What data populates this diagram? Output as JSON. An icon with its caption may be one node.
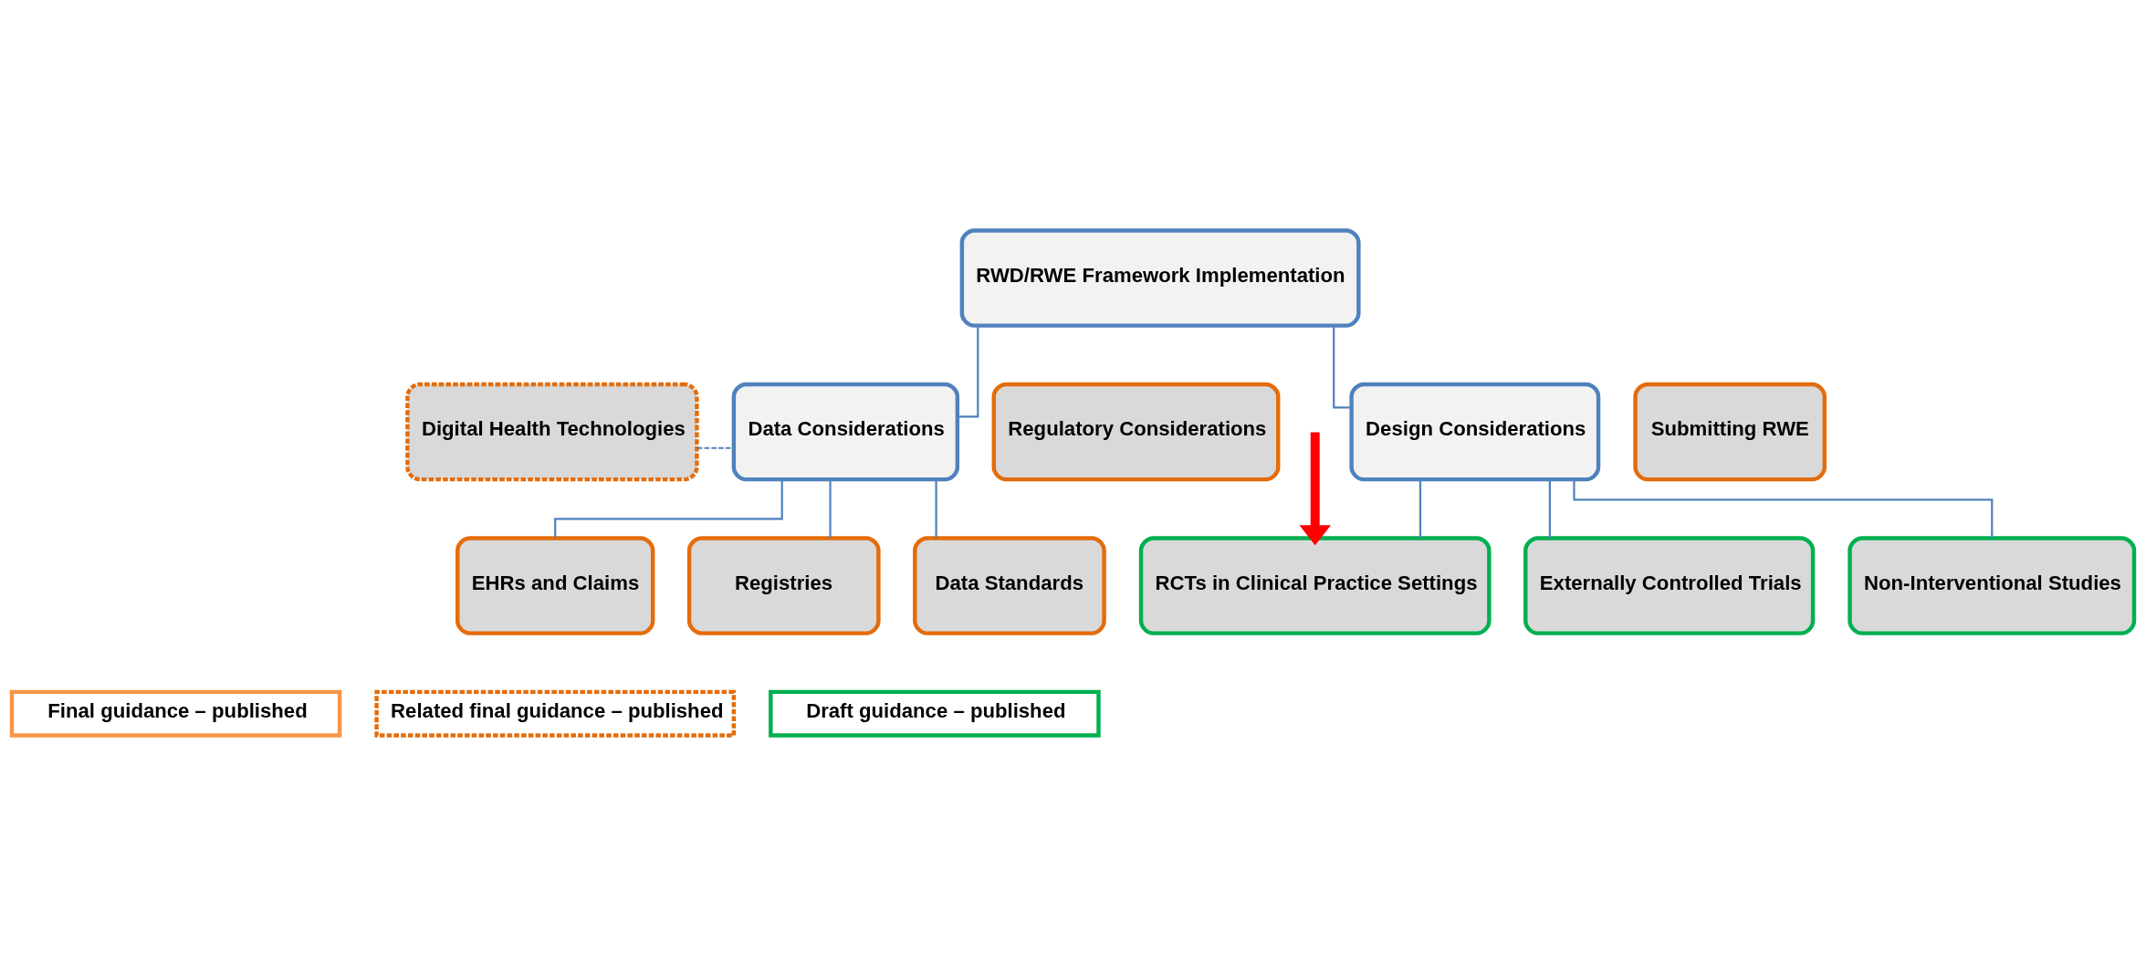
{
  "diagram": {
    "nodes": [
      {
        "text": [
          "RWD/RWE Framework Implementation"
        ]
      },
      {
        "text": [
          "Digital Health Technologies"
        ]
      },
      {
        "text": [
          "Data Considerations"
        ]
      },
      {
        "text": [
          "Regulatory Considerations"
        ]
      },
      {
        "text": [
          "Design Considerations"
        ]
      },
      {
        "text": [
          "Submitting RWE"
        ]
      },
      {
        "text": [
          "EHRs and Claims"
        ]
      },
      {
        "text": [
          "Registries"
        ]
      },
      {
        "text": [
          "Data Standards"
        ]
      },
      {
        "text": [
          "RCTs in Clinical Practice Settings"
        ]
      },
      {
        "text": [
          "Externally Controlled Trials"
        ]
      },
      {
        "text": [
          "Non-Interventional Studies"
        ]
      }
    ],
    "edges": [
      {
        "from": 0,
        "to": 2,
        "arrow": "none"
      },
      {
        "from": 0,
        "to": 4,
        "arrow": "none"
      },
      {
        "from": 1,
        "to": 2,
        "arrow": "none",
        "style": "dashed",
        "color": "#4f81bd"
      },
      {
        "from": 2,
        "to": 6,
        "arrow": "none"
      },
      {
        "from": 2,
        "to": 7,
        "arrow": "none"
      },
      {
        "from": 2,
        "to": 8,
        "arrow": "none"
      },
      {
        "from": 4,
        "to": 9,
        "arrow": "none"
      },
      {
        "from": 4,
        "to": 10,
        "arrow": "none"
      },
      {
        "from": 4,
        "to": 11,
        "arrow": "none"
      },
      {
        "from": null,
        "to": 9,
        "arrow": "to",
        "style": "thick",
        "color": "#ff0000"
      }
    ],
    "legend": [
      {
        "text": "Final guidance – published"
      },
      {
        "text": "Related final guidance – published"
      },
      {
        "text": "Draft guidance – published"
      }
    ]
  }
}
